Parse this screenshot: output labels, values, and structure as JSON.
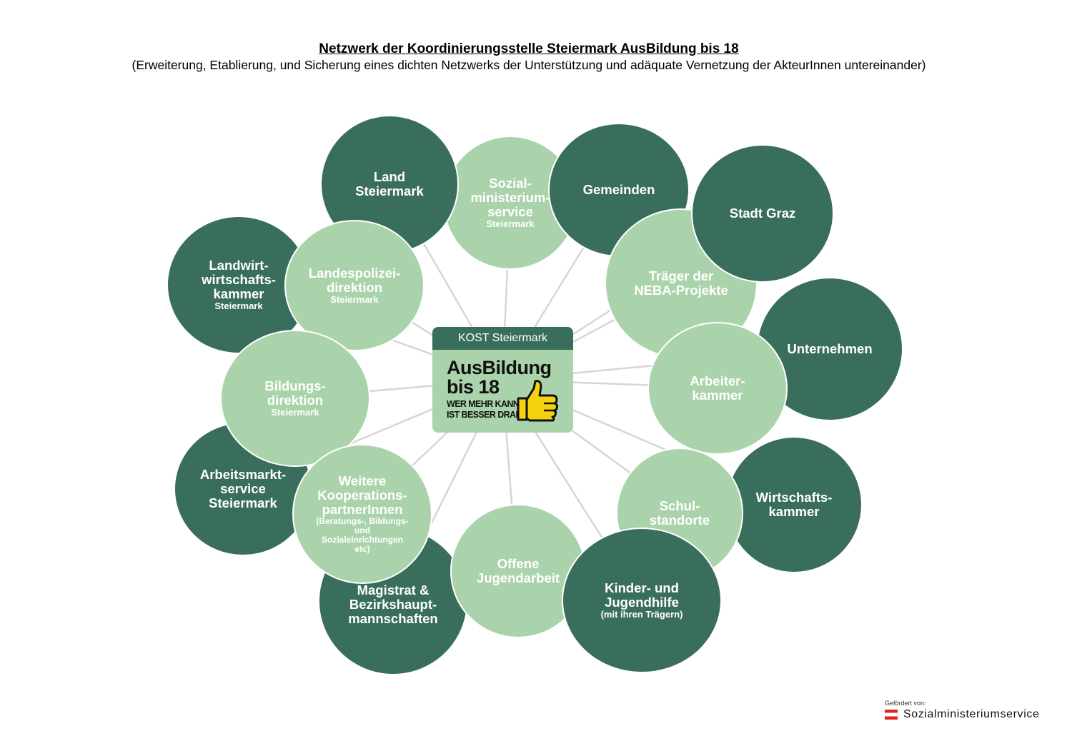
{
  "header": {
    "title": "Netzwerk der Koordinierungsstelle Steiermark AusBildung bis 18",
    "subtitle": "(Erweiterung, Etablierung, und Sicherung eines dichten Netzwerks der Unterstützung und adäquate Vernetzung der AkteurInnen untereinander)"
  },
  "center": {
    "header": "KOST Steiermark",
    "logo_main": "AusBildung\nbis 18",
    "logo_tagline": "WER MEHR KANN\nIST BESSER DRAN"
  },
  "nodes": [
    {
      "id": "land",
      "label": "Land\nSteiermark",
      "sub": ""
    },
    {
      "id": "sms",
      "label": "Sozial-\nministerium-\nservice",
      "sub": "Steiermark"
    },
    {
      "id": "gemeinden",
      "label": "Gemeinden",
      "sub": ""
    },
    {
      "id": "graz",
      "label": "Stadt Graz",
      "sub": ""
    },
    {
      "id": "lwk",
      "label": "Landwirt-\nwirtschafts-\nkammer",
      "sub": "Steiermark"
    },
    {
      "id": "lpd",
      "label": "Landespolizei-\ndirektion",
      "sub": "Steiermark"
    },
    {
      "id": "neba",
      "label": "Träger der\nNEBA-Projekte",
      "sub": ""
    },
    {
      "id": "unternehmen",
      "label": "Unternehmen",
      "sub": ""
    },
    {
      "id": "bildung",
      "label": "Bildungs-\ndirektion",
      "sub": "Steiermark"
    },
    {
      "id": "ak",
      "label": "Arbeiter-\nkammer",
      "sub": ""
    },
    {
      "id": "ams",
      "label": "Arbeitsmarkt-\nservice\nSteiermark",
      "sub": ""
    },
    {
      "id": "weitere",
      "label": "Weitere\nKooperations-\npartnerInnen",
      "sub": "(Beratungs-, Bildungs-\nund\nSozialeinrichtungen\netc)"
    },
    {
      "id": "schul",
      "label": "Schul-\nstandorte",
      "sub": ""
    },
    {
      "id": "wk",
      "label": "Wirtschafts-\nkammer",
      "sub": ""
    },
    {
      "id": "magistrat",
      "label": "Magistrat &\nBezirkshaupt-\nmannschaften",
      "sub": ""
    },
    {
      "id": "oja",
      "label": "Offene\nJugendarbeit",
      "sub": ""
    },
    {
      "id": "kjh",
      "label": "Kinder- und\nJugendhilfe",
      "sub": "(mit ihren Trägern)"
    }
  ],
  "footer": {
    "label": "Gefördert von:",
    "brand": "Sozialministeriumservice"
  },
  "colors": {
    "dark_node": "#3a6e5c",
    "light_node": "#abd3ab",
    "thumb": "#f5d10e",
    "connector": "#d6d6d6",
    "brand_red": "#e2231a"
  }
}
